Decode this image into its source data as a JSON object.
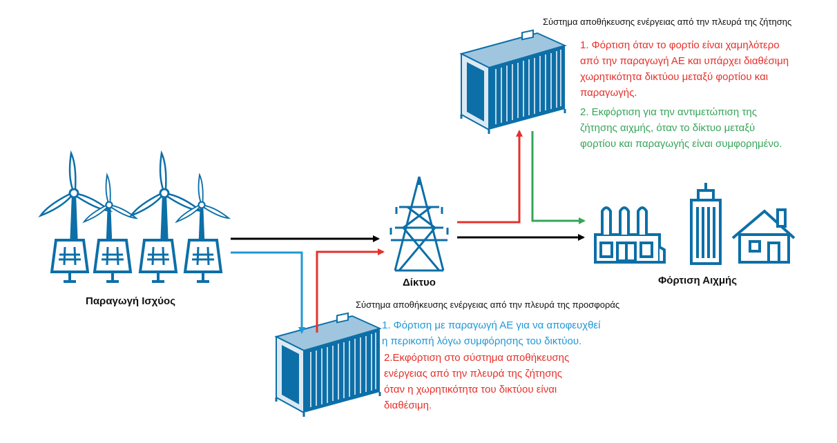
{
  "colors": {
    "icon": "#0d6fa8",
    "red": "#e5302a",
    "green": "#35a558",
    "blue": "#1f98d6",
    "black": "#000000"
  },
  "labels": {
    "generation": "Παραγωγή Ισχύος",
    "grid": "Δίκτυο",
    "peak_load": "Φόρτιση Αιχμής"
  },
  "demand_storage": {
    "title": "Σύστημα αποθήκευσης ενέργειας από την πλευρά της ζήτησης",
    "note1": [
      "1. Φόρτιση όταν το φορτίο είναι χαμηλότερο",
      "από την παραγωγή ΑΕ και υπάρχει διαθέσιμη",
      "χωρητικότητα δικτύου μεταξύ φορτίου και",
      "παραγωγής."
    ],
    "note2": [
      "2. Εκφόρτιση για την αντιμετώπιση της",
      "ζήτησης αιχμής, όταν το δίκτυο μεταξύ",
      "φορτίου και παραγωγής είναι συμφορημένο."
    ]
  },
  "supply_storage": {
    "title": "Σύστημα αποθήκευσης ενέργειας από την πλευρά της προσφοράς",
    "note1": [
      "1. Φόρτιση με παραγωγή ΑΕ για να αποφευχθεί",
      "η περικοπή λόγω συμφόρησης του δικτύου."
    ],
    "note2": [
      "2.Εκφόρτιση στο σύστημα αποθήκευσης",
      "ενέργειας από την πλευρά της ζήτησης",
      "όταν η χωρητικότητα του δικτύου είναι",
      "διαθέσιμη."
    ]
  },
  "icons": [
    "wind-turbine-icon",
    "solar-panel-icon",
    "container-icon",
    "transmission-tower-icon",
    "factory-icon",
    "office-building-icon",
    "house-icon"
  ]
}
